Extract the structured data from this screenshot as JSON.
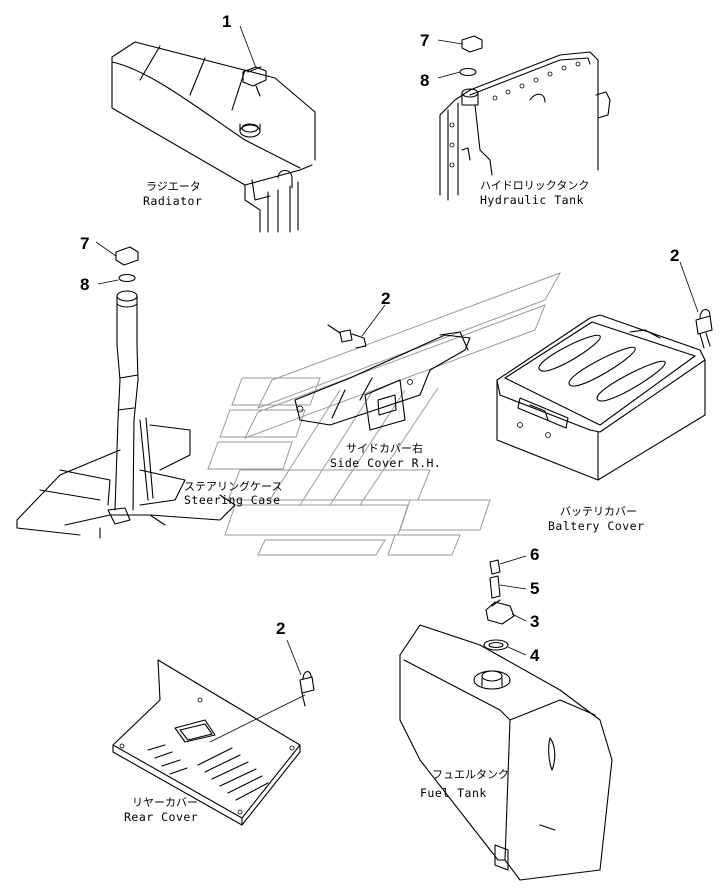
{
  "callouts": [
    "1",
    "7",
    "8",
    "7",
    "8",
    "2",
    "2",
    "2",
    "6",
    "5",
    "3",
    "4"
  ],
  "labels": {
    "radiator_ja": "ラジエータ",
    "radiator_en": "Radiator",
    "hydraulic_ja": "ハイドロリックタンク",
    "hydraulic_en": "Hydraulic Tank",
    "side_cover_ja": "サイドカバー右",
    "side_cover_en": "Side Cover R.H.",
    "steering_ja": "ステアリングケース",
    "steering_en": "Steering Case",
    "battery_ja": "バッテリカバー",
    "battery_en": "Baltery Cover",
    "rear_ja": "リヤーカバー",
    "rear_en": "Rear Cover",
    "fuel_ja": "フュエルタンク",
    "fuel_en": "Fuel Tank"
  },
  "colors": {
    "line": "#000000",
    "watermark": "#9a9a9a",
    "background": "#ffffff"
  }
}
